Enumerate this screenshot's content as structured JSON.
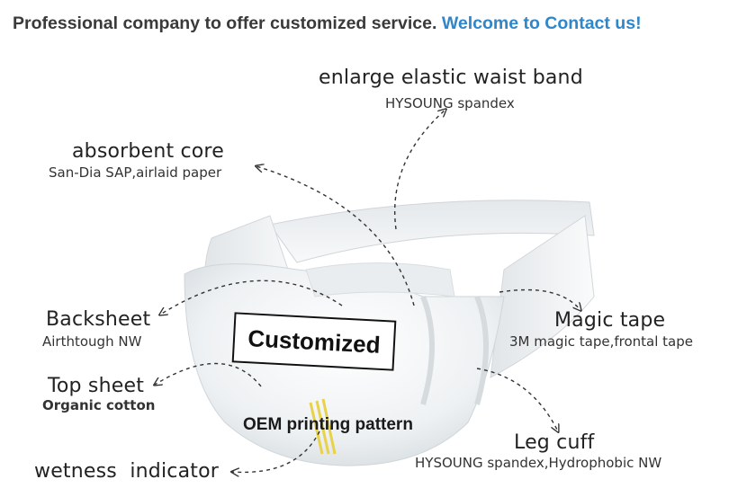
{
  "header": {
    "tagline": "Professional company to offer customized service.",
    "contact_link": "Welcome to Contact us!"
  },
  "diagram": {
    "stamp": "Customized",
    "oem_note": "OEM printing pattern",
    "callouts": {
      "waist_band": {
        "title": "enlarge elastic waist band",
        "detail": "HYSOUNG spandex"
      },
      "absorbent_core": {
        "title": "absorbent core",
        "detail": "San-Dia SAP,airlaid paper"
      },
      "backsheet": {
        "title": "Backsheet",
        "detail": "Airthtough NW"
      },
      "top_sheet": {
        "title": "Top sheet",
        "detail": "Organic cotton"
      },
      "wetness_indicator": {
        "title": "wetness  indicator"
      },
      "magic_tape": {
        "title": "Magic tape",
        "detail": "3M magic tape,frontal tape"
      },
      "leg_cuff": {
        "title": "Leg cuff",
        "detail": "HYSOUNG spandex,Hydrophobic NW"
      }
    }
  },
  "colors": {
    "link": "#2f86c9",
    "header_text": "#3a3a3a",
    "indicator_stripes": "#e8d24a"
  }
}
